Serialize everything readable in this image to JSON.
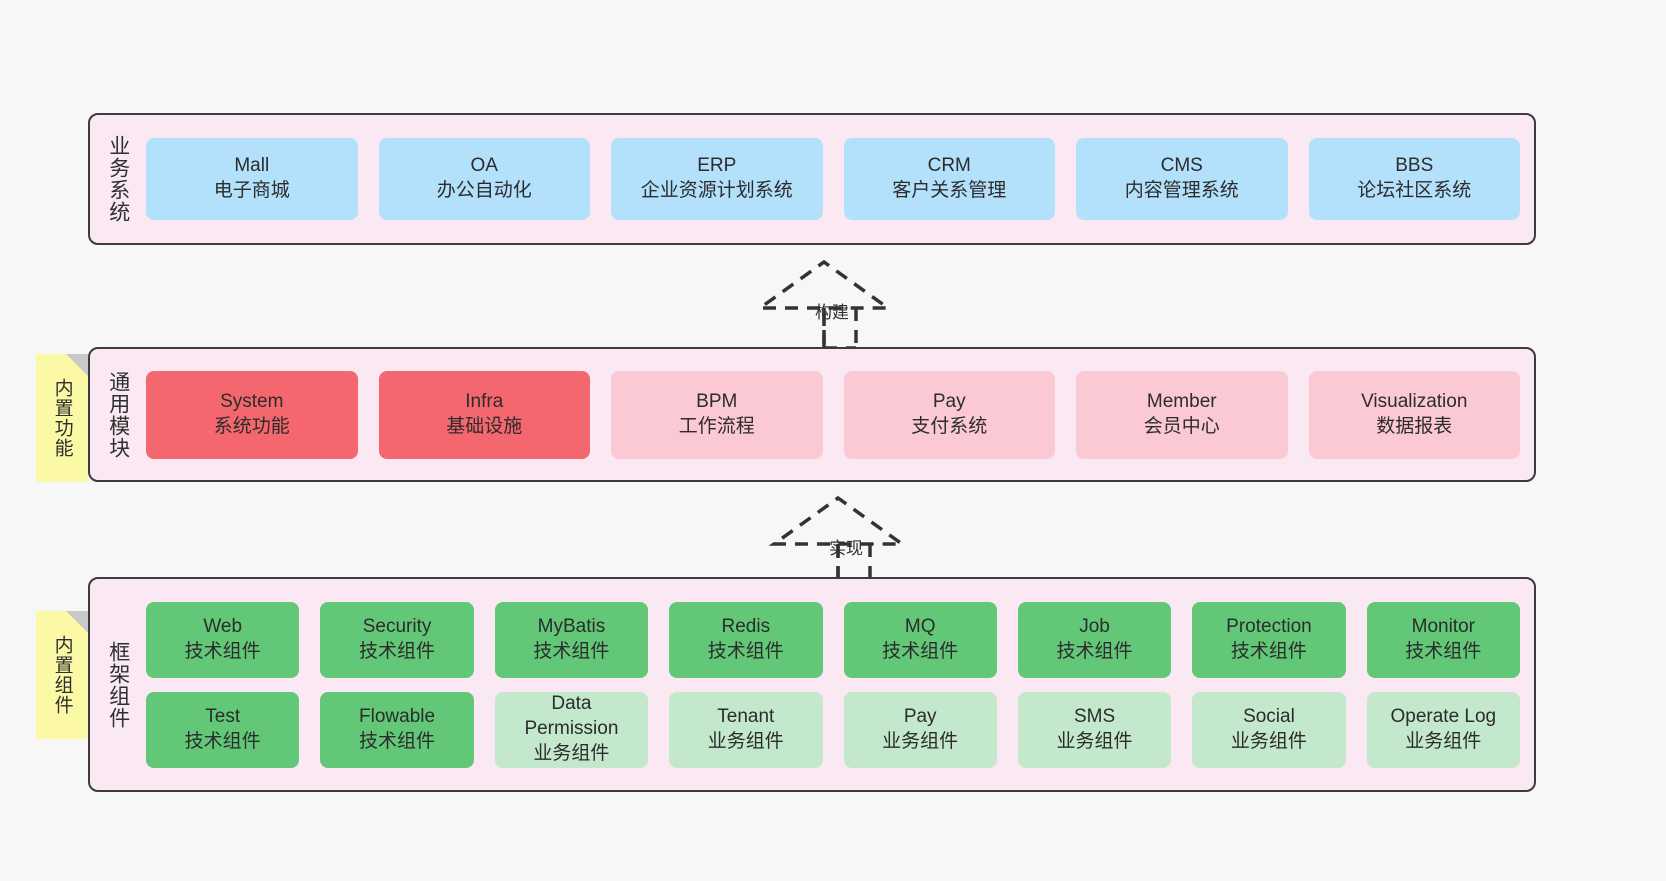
{
  "diagram": {
    "background_color": "#f7f7f7",
    "panel_color": "#fae9f3",
    "panel_border_color": "#3d3a40",
    "note_color": "#fbf8a6"
  },
  "layers": [
    {
      "id": "business-system",
      "title": "业务系统",
      "note": null,
      "rows": [
        {
          "style": "blue",
          "color": "#b3e0fb",
          "boxes": [
            {
              "name": "Mall",
              "desc": "电子商城"
            },
            {
              "name": "OA",
              "desc": "办公自动化"
            },
            {
              "name": "ERP",
              "desc": "企业资源计划系统"
            },
            {
              "name": "CRM",
              "desc": "客户关系管理"
            },
            {
              "name": "CMS",
              "desc": "内容管理系统"
            },
            {
              "name": "BBS",
              "desc": "论坛社区系统"
            }
          ]
        }
      ]
    },
    {
      "id": "common-module",
      "title": "通用模块",
      "note": "内置功能",
      "rows": [
        {
          "style": "mixed-red-pink",
          "boxes": [
            {
              "name": "System",
              "desc": "系统功能",
              "color": "#f4676f",
              "style": "red"
            },
            {
              "name": "Infra",
              "desc": "基础设施",
              "color": "#f4676f",
              "style": "red"
            },
            {
              "name": "BPM",
              "desc": "工作流程",
              "color": "#fbc9d4",
              "style": "pink"
            },
            {
              "name": "Pay",
              "desc": "支付系统",
              "color": "#fbc9d4",
              "style": "pink"
            },
            {
              "name": "Member",
              "desc": "会员中心",
              "color": "#fbc9d4",
              "style": "pink"
            },
            {
              "name": "Visualization",
              "desc": "数据报表",
              "color": "#fbc9d4",
              "style": "pink"
            }
          ]
        }
      ]
    },
    {
      "id": "framework-component",
      "title": "框架组件",
      "note": "内置组件",
      "rows": [
        {
          "style": "green",
          "color": "#62c878",
          "boxes": [
            {
              "name": "Web",
              "desc": "技术组件"
            },
            {
              "name": "Security",
              "desc": "技术组件"
            },
            {
              "name": "MyBatis",
              "desc": "技术组件"
            },
            {
              "name": "Redis",
              "desc": "技术组件"
            },
            {
              "name": "MQ",
              "desc": "技术组件"
            },
            {
              "name": "Job",
              "desc": "技术组件"
            },
            {
              "name": "Protection",
              "desc": "技术组件"
            },
            {
              "name": "Monitor",
              "desc": "技术组件"
            }
          ]
        },
        {
          "style": "mixed-green",
          "boxes": [
            {
              "name": "Test",
              "desc": "技术组件",
              "color": "#62c878",
              "style": "green"
            },
            {
              "name": "Flowable",
              "desc": "技术组件",
              "color": "#62c878",
              "style": "green"
            },
            {
              "name": "Data Permission",
              "desc": "业务组件",
              "color": "#c3e8cb",
              "style": "lightgreen"
            },
            {
              "name": "Tenant",
              "desc": "业务组件",
              "color": "#c3e8cb",
              "style": "lightgreen"
            },
            {
              "name": "Pay",
              "desc": "业务组件",
              "color": "#c3e8cb",
              "style": "lightgreen"
            },
            {
              "name": "SMS",
              "desc": "业务组件",
              "color": "#c3e8cb",
              "style": "lightgreen"
            },
            {
              "name": "Social",
              "desc": "业务组件",
              "color": "#c3e8cb",
              "style": "lightgreen"
            },
            {
              "name": "Operate Log",
              "desc": "业务组件",
              "color": "#c3e8cb",
              "style": "lightgreen"
            }
          ]
        }
      ]
    }
  ],
  "connectors": [
    {
      "id": "build",
      "label": "构建",
      "from": "common-module",
      "to": "business-system",
      "style": "dashed-generalization"
    },
    {
      "id": "implement",
      "label": "实现",
      "from": "framework-component",
      "to": "common-module",
      "style": "dashed-generalization"
    }
  ]
}
